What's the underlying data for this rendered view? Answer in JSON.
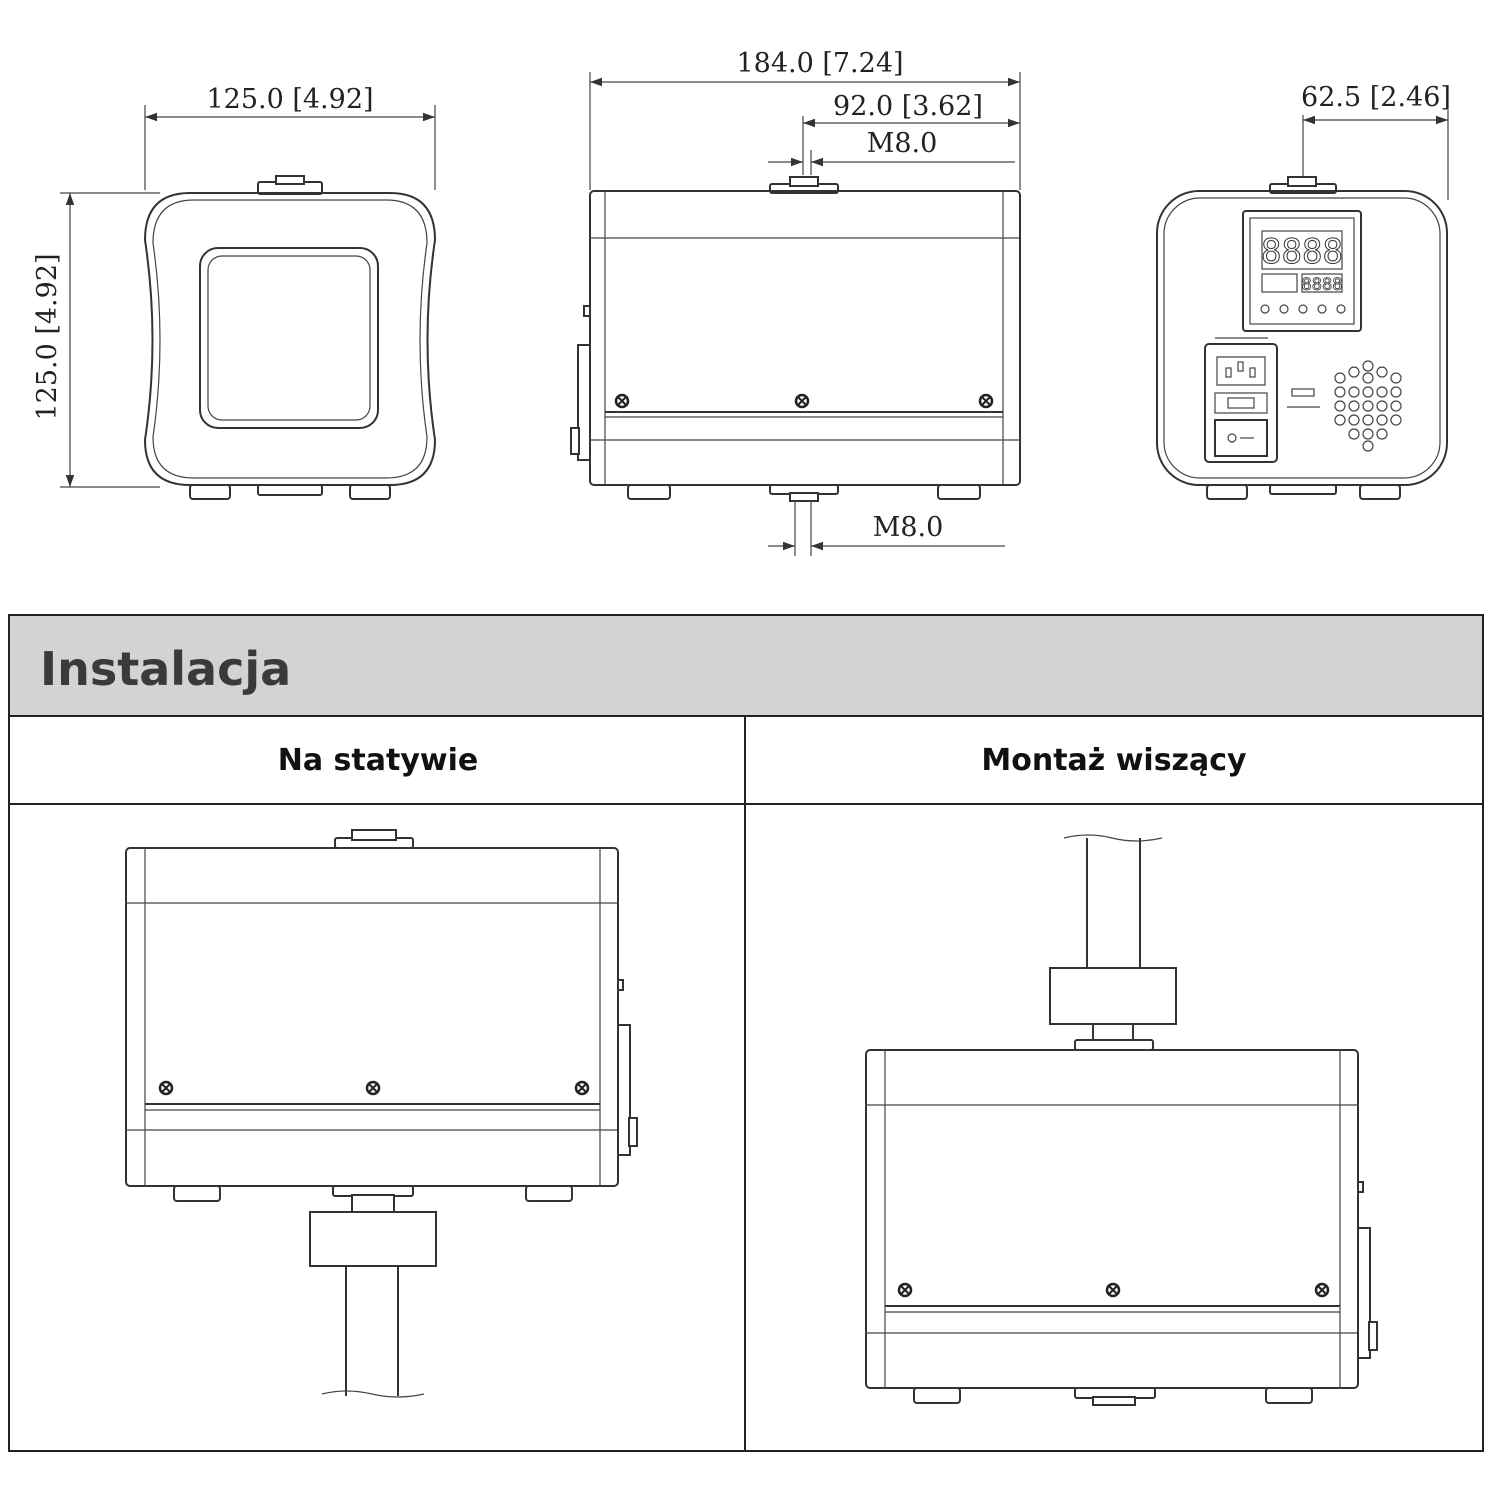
{
  "dimensions": {
    "front_width": "125.0 [4.92]",
    "front_height": "125.0 [4.92]",
    "side_length": "184.0 [7.24]",
    "side_mount_offset": "92.0 [3.62]",
    "top_thread": "M8.0",
    "bottom_thread": "M8.0",
    "rear_mount_offset": "62.5 [2.46]"
  },
  "installation": {
    "title": "Instalacja",
    "columns": [
      {
        "label": "Na statywie"
      },
      {
        "label": "Montaż wiszący"
      }
    ]
  }
}
